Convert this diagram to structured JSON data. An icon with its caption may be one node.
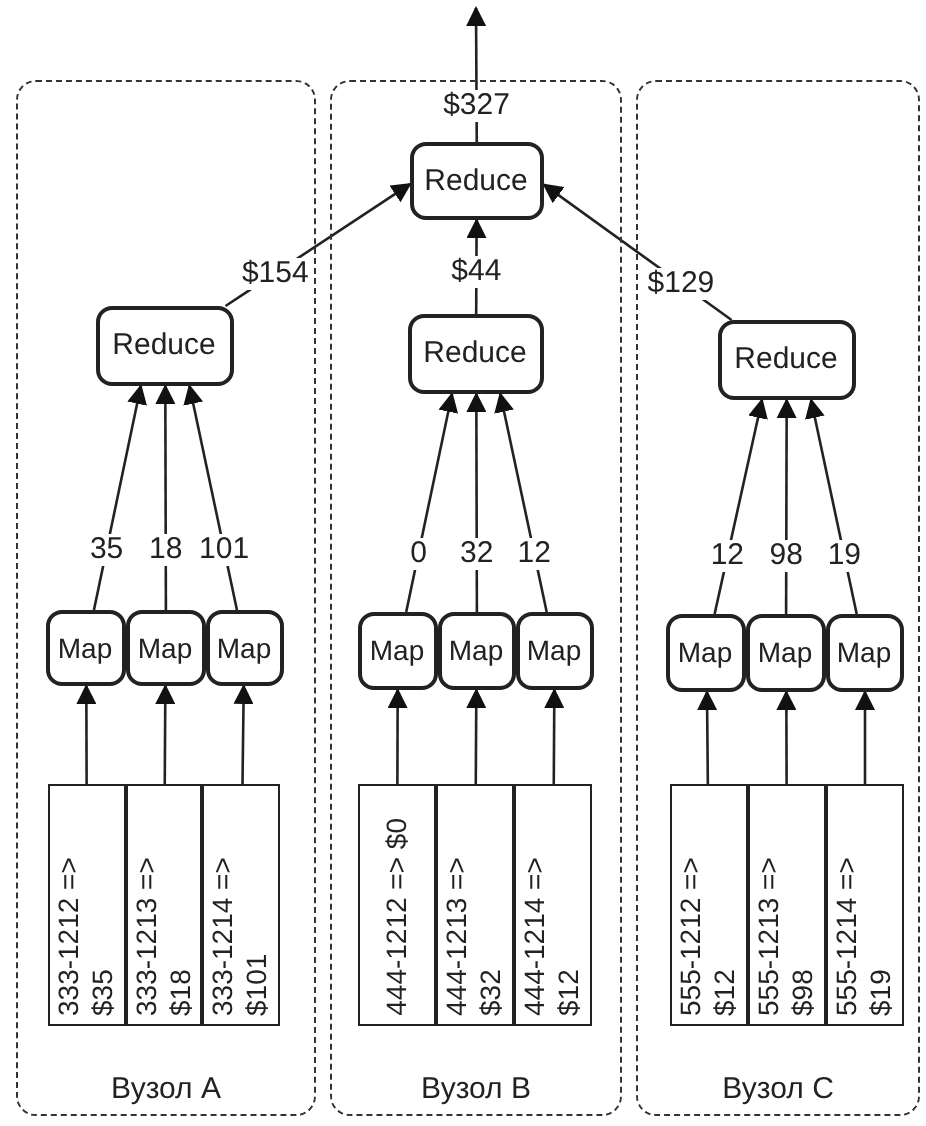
{
  "diagram": {
    "nodes": [
      {
        "text": [
          "Вузол A"
        ]
      },
      {
        "text": [
          "Reduce"
        ],
        "in": 0
      },
      {
        "text": [
          "Map"
        ],
        "in": 0
      },
      {
        "text": [
          "Map"
        ],
        "in": 0
      },
      {
        "text": [
          "Map"
        ],
        "in": 0
      },
      {
        "text": [
          "333-1212 => $35"
        ],
        "in": 0
      },
      {
        "text": [
          "333-1213 => $18"
        ],
        "in": 0
      },
      {
        "text": [
          "333-1214 => $101"
        ],
        "in": 0
      },
      {
        "text": [
          "Вузол B"
        ]
      },
      {
        "text": [
          "Reduce"
        ],
        "in": 8
      },
      {
        "text": [
          "Reduce"
        ],
        "in": 8
      },
      {
        "text": [
          "Map"
        ],
        "in": 8
      },
      {
        "text": [
          "Map"
        ],
        "in": 8
      },
      {
        "text": [
          "Map"
        ],
        "in": 8
      },
      {
        "text": [
          "444-1212 => $0"
        ],
        "in": 8
      },
      {
        "text": [
          "444-1213 => $32"
        ],
        "in": 8
      },
      {
        "text": [
          "444-1214 => $12"
        ],
        "in": 8
      },
      {
        "text": [
          "Вузол C"
        ]
      },
      {
        "text": [
          "Reduce"
        ],
        "in": 17
      },
      {
        "text": [
          "Map"
        ],
        "in": 17
      },
      {
        "text": [
          "Map"
        ],
        "in": 17
      },
      {
        "text": [
          "Map"
        ],
        "in": 17
      },
      {
        "text": [
          "555-1212 => $12"
        ],
        "in": 17
      },
      {
        "text": [
          "555-1213 => $98"
        ],
        "in": 17
      },
      {
        "text": [
          "555-1214 => $19"
        ],
        "in": 17
      }
    ],
    "edges": [
      {
        "from": 5,
        "to": 2,
        "arrow": "to"
      },
      {
        "from": 6,
        "to": 3,
        "arrow": "to"
      },
      {
        "from": 7,
        "to": 4,
        "arrow": "to"
      },
      {
        "from": 2,
        "to": 1,
        "arrow": "to",
        "label": "35"
      },
      {
        "from": 3,
        "to": 1,
        "arrow": "to",
        "label": "18"
      },
      {
        "from": 4,
        "to": 1,
        "arrow": "to",
        "label": "101"
      },
      {
        "from": 14,
        "to": 11,
        "arrow": "to"
      },
      {
        "from": 15,
        "to": 12,
        "arrow": "to"
      },
      {
        "from": 16,
        "to": 13,
        "arrow": "to"
      },
      {
        "from": 11,
        "to": 10,
        "arrow": "to",
        "label": "0"
      },
      {
        "from": 12,
        "to": 10,
        "arrow": "to",
        "label": "32"
      },
      {
        "from": 13,
        "to": 10,
        "arrow": "to",
        "label": "12"
      },
      {
        "from": 22,
        "to": 19,
        "arrow": "to"
      },
      {
        "from": 23,
        "to": 20,
        "arrow": "to"
      },
      {
        "from": 24,
        "to": 21,
        "arrow": "to"
      },
      {
        "from": 19,
        "to": 18,
        "arrow": "to",
        "label": "12"
      },
      {
        "from": 20,
        "to": 18,
        "arrow": "to",
        "label": "98"
      },
      {
        "from": 21,
        "to": 18,
        "arrow": "to",
        "label": "19"
      },
      {
        "from": 1,
        "to": 9,
        "arrow": "to",
        "label": "$154"
      },
      {
        "from": 10,
        "to": 9,
        "arrow": "to",
        "label": "$44"
      },
      {
        "from": 18,
        "to": 9,
        "arrow": "to",
        "label": "$129"
      },
      {
        "from": 9,
        "to": null,
        "arrow": "to",
        "label": "$327"
      }
    ]
  }
}
